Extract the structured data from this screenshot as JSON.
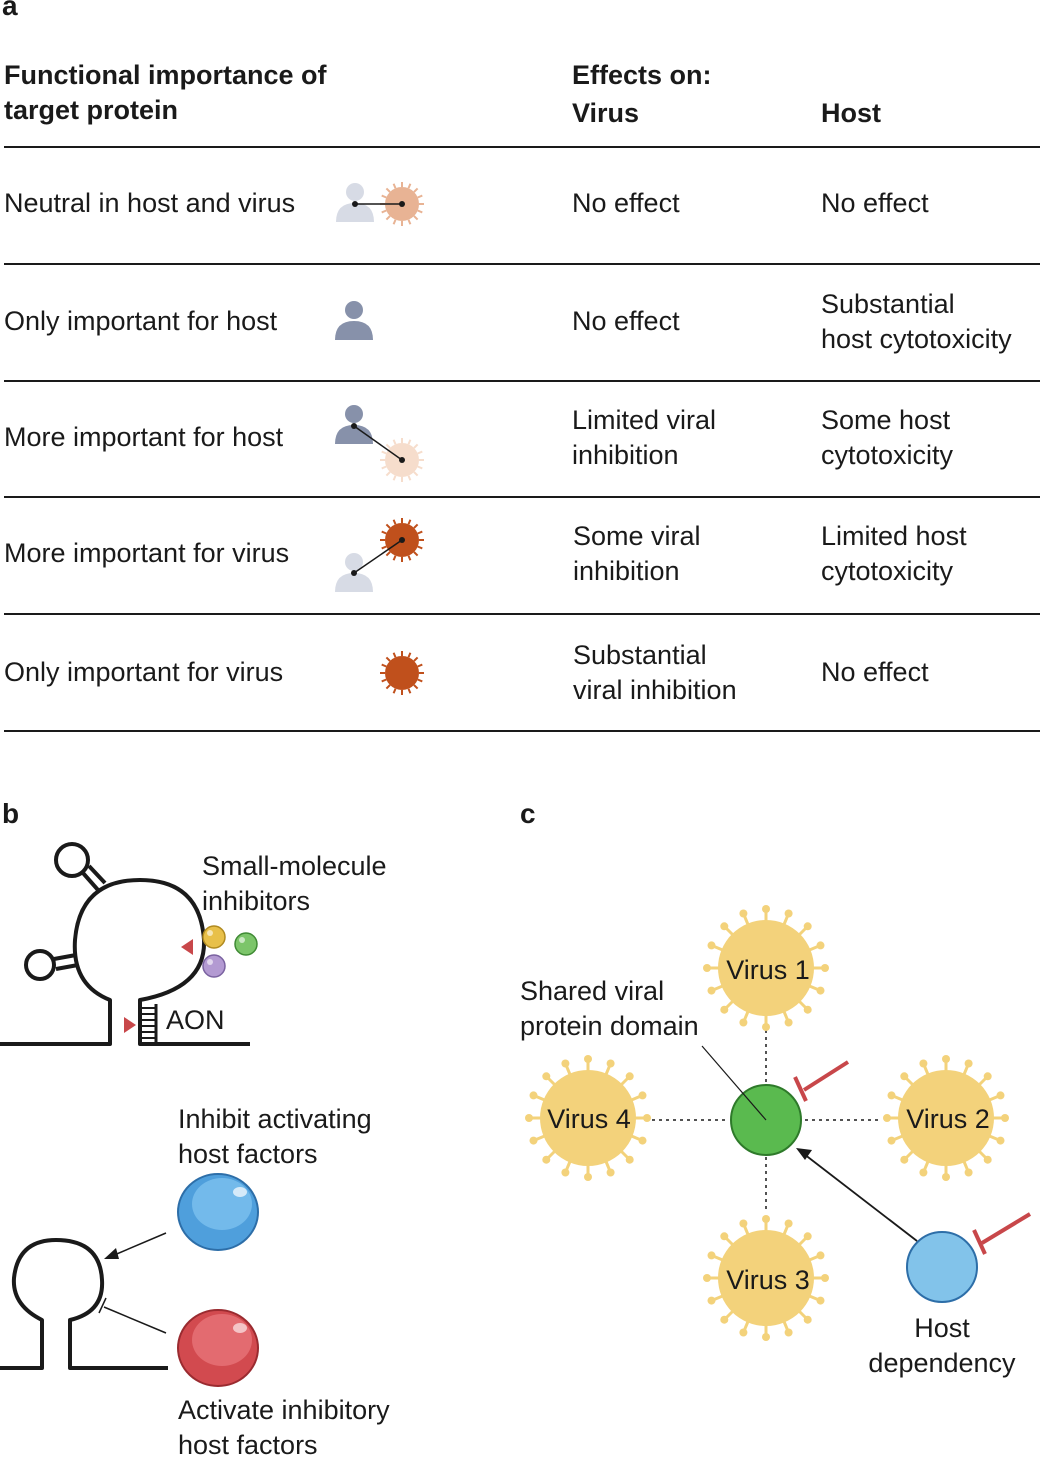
{
  "panel_a": {
    "label": "a",
    "header": {
      "col1_line1": "Functional importance of",
      "col1_line2": "target protein",
      "effects_on": "Effects on:",
      "virus": "Virus",
      "host": "Host"
    },
    "rows": [
      {
        "label": "Neutral in host and virus",
        "virus": [
          "No effect"
        ],
        "host": [
          "No effect"
        ]
      },
      {
        "label": "Only important for host",
        "virus": [
          "No effect"
        ],
        "host": [
          "Substantial",
          "host cytotoxicity"
        ]
      },
      {
        "label": "More important for host",
        "virus": [
          "Limited viral",
          "inhibition"
        ],
        "host": [
          "Some host",
          "cytotoxicity"
        ]
      },
      {
        "label": "More important for virus",
        "virus": [
          "Some viral",
          "inhibition"
        ],
        "host": [
          "Limited host",
          "cytotoxicity"
        ]
      },
      {
        "label": "Only important for virus",
        "virus": [
          "Substantial",
          "viral inhibition"
        ],
        "host": [
          "No effect"
        ]
      }
    ]
  },
  "panel_b": {
    "label": "b",
    "small_molecule_line1": "Small-molecule",
    "small_molecule_line2": "inhibitors",
    "aon": "AON",
    "activating_line1": "Inhibit activating",
    "activating_line2": "host factors",
    "inhibitory_line1": "Activate inhibitory",
    "inhibitory_line2": "host factors"
  },
  "panel_c": {
    "label": "c",
    "viruses": [
      "Virus 1",
      "Virus 2",
      "Virus 3",
      "Virus 4"
    ],
    "shared_line1": "Shared viral",
    "shared_line2": "protein domain",
    "host_dep_line1": "Host",
    "host_dep_line2": "dependency"
  },
  "colors": {
    "person_dark": "#8791aa",
    "person_light": "#d7dbe5",
    "virus_dark": "#c0501c",
    "virus_mid": "#e8b394",
    "virus_light": "#f6ddcc",
    "virus_yellow": "#f3d27b",
    "green": "#5aba4f",
    "blue": "#82c3ea",
    "red_bar": "#c8474a"
  }
}
